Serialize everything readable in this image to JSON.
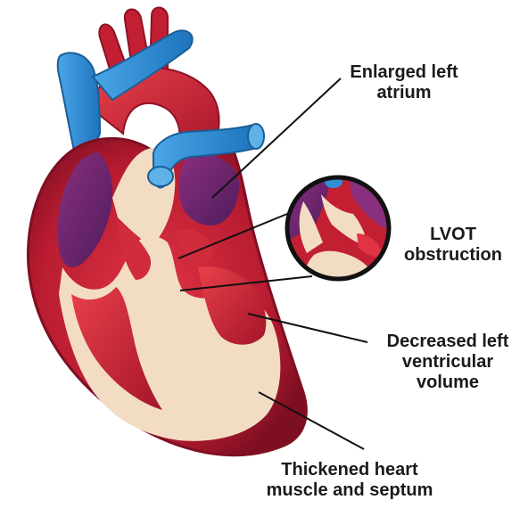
{
  "labels": {
    "enlarged_atrium": {
      "line1": "Enlarged left",
      "line2": "atrium"
    },
    "lvot": {
      "line1": "LVOT",
      "line2": "obstruction"
    },
    "decreased_volume": {
      "line1": "Decreased left",
      "line2": "ventricular",
      "line3": "volume"
    },
    "thickened_muscle": {
      "line1": "Thickened heart",
      "line2": "muscle and septum"
    }
  },
  "colors": {
    "muscle_dark": "#8c1327",
    "muscle": "#c21f33",
    "muscle_light": "#df3b46",
    "chamber_purple": "#6c2670",
    "septum_beige": "#f3dcc4",
    "vessel_blue": "#2f8fd4",
    "vessel_blue_light": "#5fb2e8",
    "leader_line": "#111111"
  }
}
